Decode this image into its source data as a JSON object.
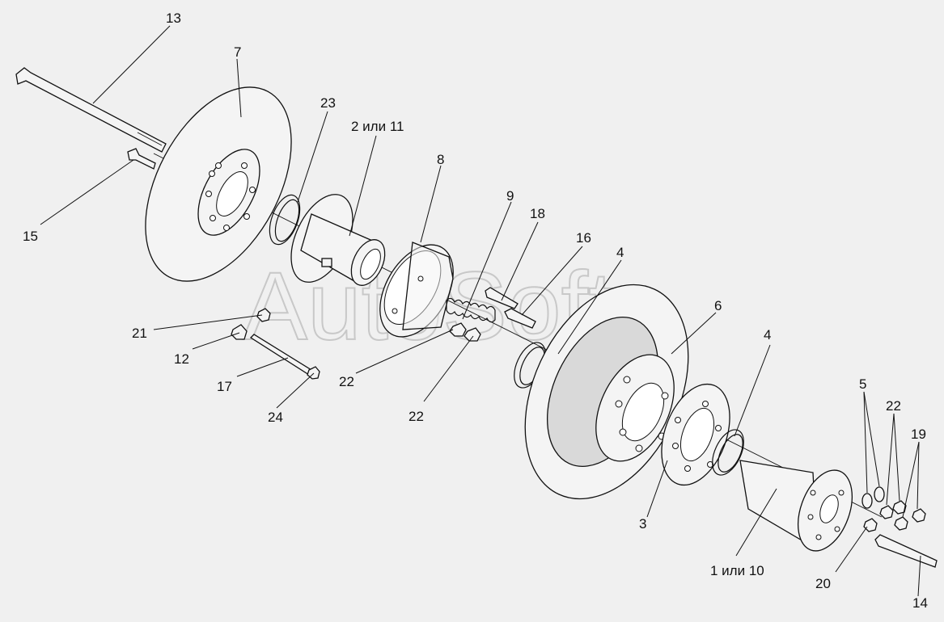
{
  "watermark": "AutoSoft",
  "callouts": [
    {
      "id": "13",
      "text": "13"
    },
    {
      "id": "7",
      "text": "7"
    },
    {
      "id": "23",
      "text": "23"
    },
    {
      "id": "2or11",
      "text": "2 или 11"
    },
    {
      "id": "8",
      "text": "8"
    },
    {
      "id": "9",
      "text": "9"
    },
    {
      "id": "18",
      "text": "18"
    },
    {
      "id": "16",
      "text": "16"
    },
    {
      "id": "4a",
      "text": "4"
    },
    {
      "id": "6",
      "text": "6"
    },
    {
      "id": "15",
      "text": "15"
    },
    {
      "id": "21",
      "text": "21"
    },
    {
      "id": "12",
      "text": "12"
    },
    {
      "id": "17",
      "text": "17"
    },
    {
      "id": "22a",
      "text": "22"
    },
    {
      "id": "24",
      "text": "24"
    },
    {
      "id": "22b",
      "text": "22"
    },
    {
      "id": "4b",
      "text": "4"
    },
    {
      "id": "5",
      "text": "5"
    },
    {
      "id": "22c",
      "text": "22"
    },
    {
      "id": "19",
      "text": "19"
    },
    {
      "id": "3",
      "text": "3"
    },
    {
      "id": "1or10",
      "text": "1 или 10"
    },
    {
      "id": "20",
      "text": "20"
    },
    {
      "id": "14",
      "text": "14"
    }
  ]
}
